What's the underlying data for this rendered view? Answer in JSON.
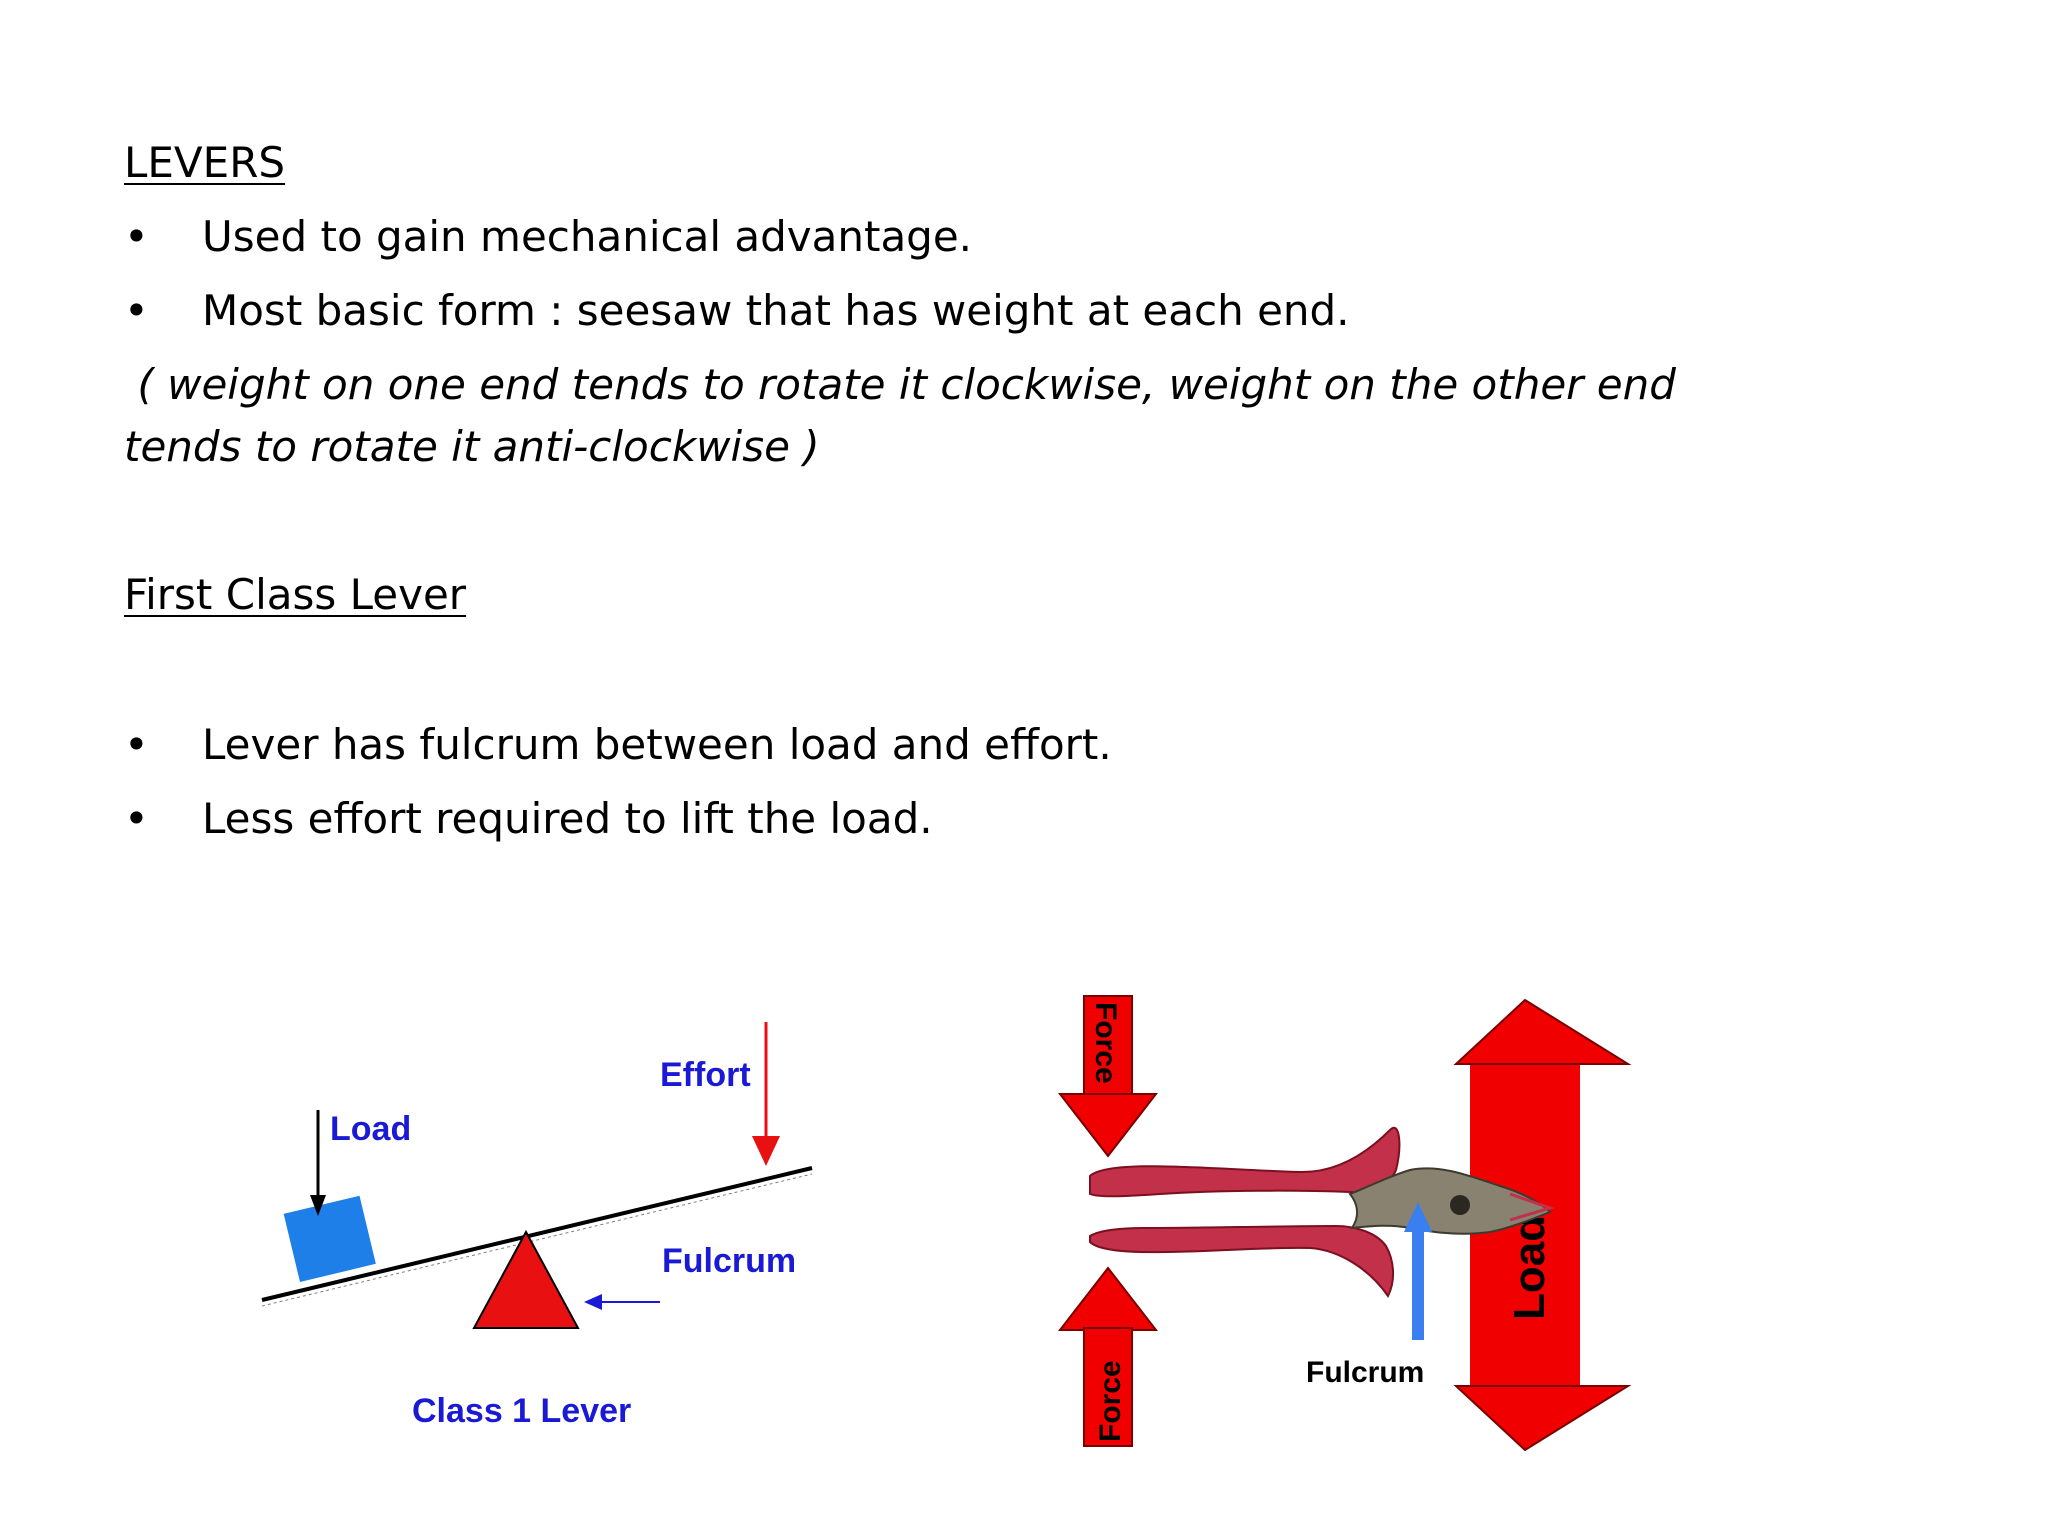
{
  "section1": {
    "heading": "LEVERS",
    "bullets": [
      {
        "marker": "•",
        "text": "Used to gain mechanical advantage."
      },
      {
        "marker": "•",
        "text": "Most basic form : seesaw that has weight at each end."
      }
    ],
    "note_line1": " ( weight on one end tends to rotate it clockwise, weight on the other end",
    "note_line2": "tends to rotate it anti-clockwise )"
  },
  "section2": {
    "heading": "First Class Lever",
    "bullets": [
      {
        "marker": "•",
        "text": "Lever has fulcrum between load and effort."
      },
      {
        "marker": "•",
        "text": "Less effort required to lift the load."
      }
    ]
  },
  "diagram_left": {
    "label_load": "Load",
    "label_effort": "Effort",
    "label_fulcrum": "Fulcrum",
    "caption": "Class 1 Lever",
    "colors": {
      "label_blue": "#1a1ad6",
      "load_box": "#1e7fe8",
      "fulcrum_red": "#e81010",
      "arrow_red": "#e81010"
    }
  },
  "diagram_right": {
    "label_force_top": "Force",
    "label_force_bottom": "Force",
    "label_load": "Load",
    "label_fulcrum": "Fulcrum",
    "colors": {
      "arrow_red": "#f00000",
      "handle": "#c2304a",
      "metal": "#8a8270",
      "fulcrum_blue": "#3a7ff0"
    }
  }
}
